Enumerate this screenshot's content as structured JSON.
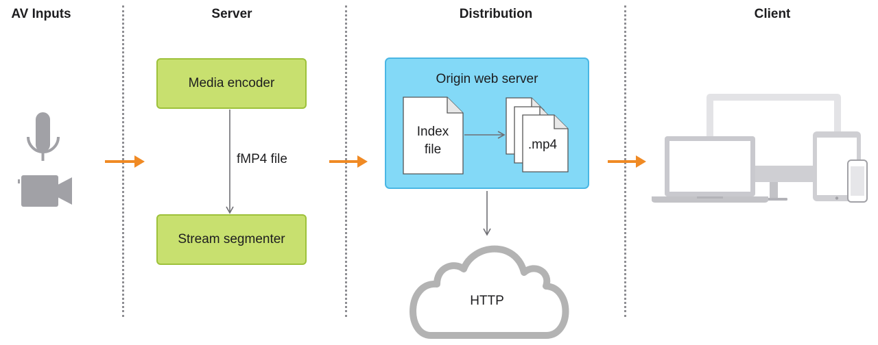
{
  "headings": {
    "av_inputs": "AV Inputs",
    "server": "Server",
    "distribution": "Distribution",
    "client": "Client"
  },
  "server": {
    "media_encoder": "Media encoder",
    "arrow_label": "fMP4 file",
    "stream_segmenter": "Stream segmenter"
  },
  "distribution": {
    "origin_title": "Origin web server",
    "index_file_line1": "Index",
    "index_file_line2": "file",
    "media_file": ".mp4",
    "cloud_label": "HTTP"
  },
  "colors": {
    "flow_arrow": "#f08a24",
    "green_box": "#c8e06f",
    "blue_box": "#83d9f7",
    "icon_gray": "#a1a1a6"
  },
  "icons": {
    "av_inputs": [
      "microphone-icon",
      "video-camera-icon"
    ],
    "clients": [
      "laptop-icon",
      "desktop-monitor-icon",
      "tablet-icon",
      "phone-icon"
    ]
  }
}
